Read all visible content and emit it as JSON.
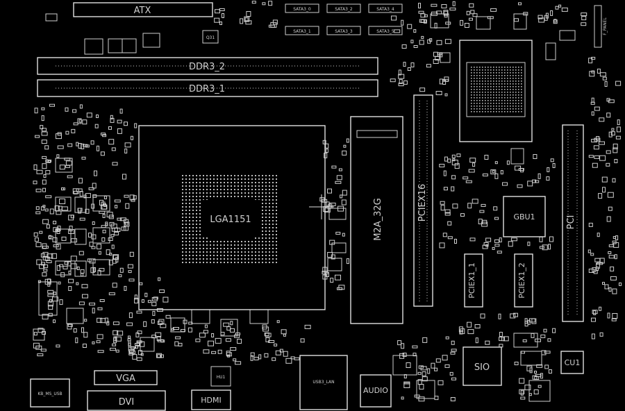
{
  "labels": {
    "atx": "ATX",
    "ddr3_2": "DDR3_2",
    "ddr3_1": "DDR3_1",
    "socket": "LGA1151",
    "m2": "M2A_32G",
    "pciex16": "PCIEX16",
    "pciex1_1": "PCIEX1_1",
    "pciex1_2": "PCIEX1_2",
    "gbu1": "GBU1",
    "pci": "PCI",
    "sio": "SIO",
    "cu1": "CU1",
    "vga": "VGA",
    "dvi": "DVI",
    "hdmi": "HDMI",
    "hu1": "HU1",
    "usb_lan": "USB3_LAN",
    "audio": "AUDIO",
    "kb_ms_usb": "KB_MS_USB",
    "f_panel": "F_PANEL",
    "q31": "Q31",
    "sata_1_top": "SATA3_0",
    "sata_2_top": "SATA3_2",
    "sata_3_top": "SATA3_4",
    "sata_1_bot": "SATA3_1",
    "sata_2_bot": "SATA3_3",
    "sata_3_bot": "SATA3_5"
  },
  "colors": {
    "background": "#000000",
    "trace": "#cfcfcf"
  }
}
